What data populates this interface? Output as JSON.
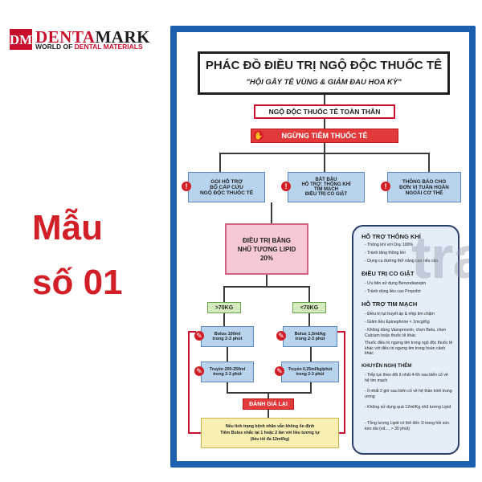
{
  "brand": {
    "logo_letters": "DM",
    "name_main": "DENTA",
    "name_accent": "MARK",
    "tag_main": "WORLD OF ",
    "tag_accent": "DENTAL MATERIALS"
  },
  "label": {
    "line1": "Mẫu",
    "line2": "số 01"
  },
  "poster": {
    "title": "PHÁC ĐỒ ĐIỀU TRỊ NGỘ ĐỘC THUỐC TÊ",
    "subtitle": "\"HỘI GÂY TÊ VÙNG & GIẢM ĐAU HOA KỲ\"",
    "top_box": "NGỘ ĐỘC THUỐC TÊ TOÀN THÂN",
    "stop_box": "NGỪNG TIÊM THUỐC TÊ",
    "branches": [
      {
        "lines": [
          "GỌI HỖ TRỢ",
          "BỘ CẤP CỨU",
          "NGỘ ĐỘC THUỐC TÊ"
        ]
      },
      {
        "lines": [
          "BẮT ĐẦU",
          "HỖ TRỢ: THÔNG KHÍ",
          "TIM MẠCH",
          "ĐIỀU TRỊ CO GIẬT"
        ]
      },
      {
        "lines": [
          "THÔNG BÁO CHO",
          "ĐƠN VỊ TUẦN HOÀN",
          "NGOÀI CƠ THỂ"
        ]
      }
    ],
    "lipid_box": [
      "ĐIỀU TRỊ BẰNG",
      "NHŨ TƯƠNG LIPID",
      "20%"
    ],
    "weight_left": ">70KG",
    "weight_right": "<70KG",
    "bolus_left": [
      "Bolus 100ml",
      "trong 2-3 phút"
    ],
    "bolus_right": [
      "Bolus 1,5ml/kg",
      "trong 2-3 phút"
    ],
    "infusion_left": [
      "Truyền 200-250ml",
      "trong 2-3 phút"
    ],
    "infusion_right": [
      "Truyền 0,25ml/kg/phút",
      "trong 2-3 phút"
    ],
    "reassess": "ĐÁNH GIÁ LẠI",
    "note": [
      "Nếu tình trạng bệnh nhân vẫn không ổn định",
      "Tiêm Bolus nhắc lại 1 hoặc 2 lần với liều tương tự",
      "(liều tối đa 12ml/kg)"
    ],
    "panel": {
      "airway_title": "HỖ TRỢ THÔNG KHÍ",
      "airway_items": [
        "Thông khí với Oxy 100%",
        "Tránh tăng thông khí",
        "Dụng cụ đường thở nâng cao nếu cần"
      ],
      "seizure_title": "ĐIỀU TRỊ CO GIẬT",
      "seizure_items": [
        "Ưu tiên sử dụng Benzodiazepin",
        "Tránh dùng liều cao Propofol"
      ],
      "cardio_title": "HỖ TRỢ TIM MẠCH",
      "cardio_items": [
        "Điều trị tụt huyết áp & nhịp tim chậm",
        "Giảm liều Epinephrine < 1mcg/Kg",
        "Không dùng Vasopressin, chẹn Beta, chẹn Calcium hoặc thuốc tê khác",
        "Thuốc điều trị ngưng tim trong ngộ độc thuốc tê khác với điều trị ngưng tim trong hoàn cảnh khác"
      ],
      "rec_title": "KHUYẾN NGHỊ THÊM",
      "rec_items": [
        "Tiếp tục theo dõi ít nhất 4-6h sau biến cố về hệ tim mạch",
        "Ít nhất 2 giờ sau biến cố về hệ thần kinh trung ương",
        "Không sử dụng quá 12ml/Kg nhũ tương Lipid",
        "Tổng lượng Lipid có thể đến 1l trong hồi sức kéo dài (vd..., > 30 phút)"
      ]
    }
  },
  "watermark": "tran",
  "colors": {
    "brand_red": "#c8102e",
    "poster_border": "#1d5fb0",
    "label_red": "#d21e26"
  }
}
